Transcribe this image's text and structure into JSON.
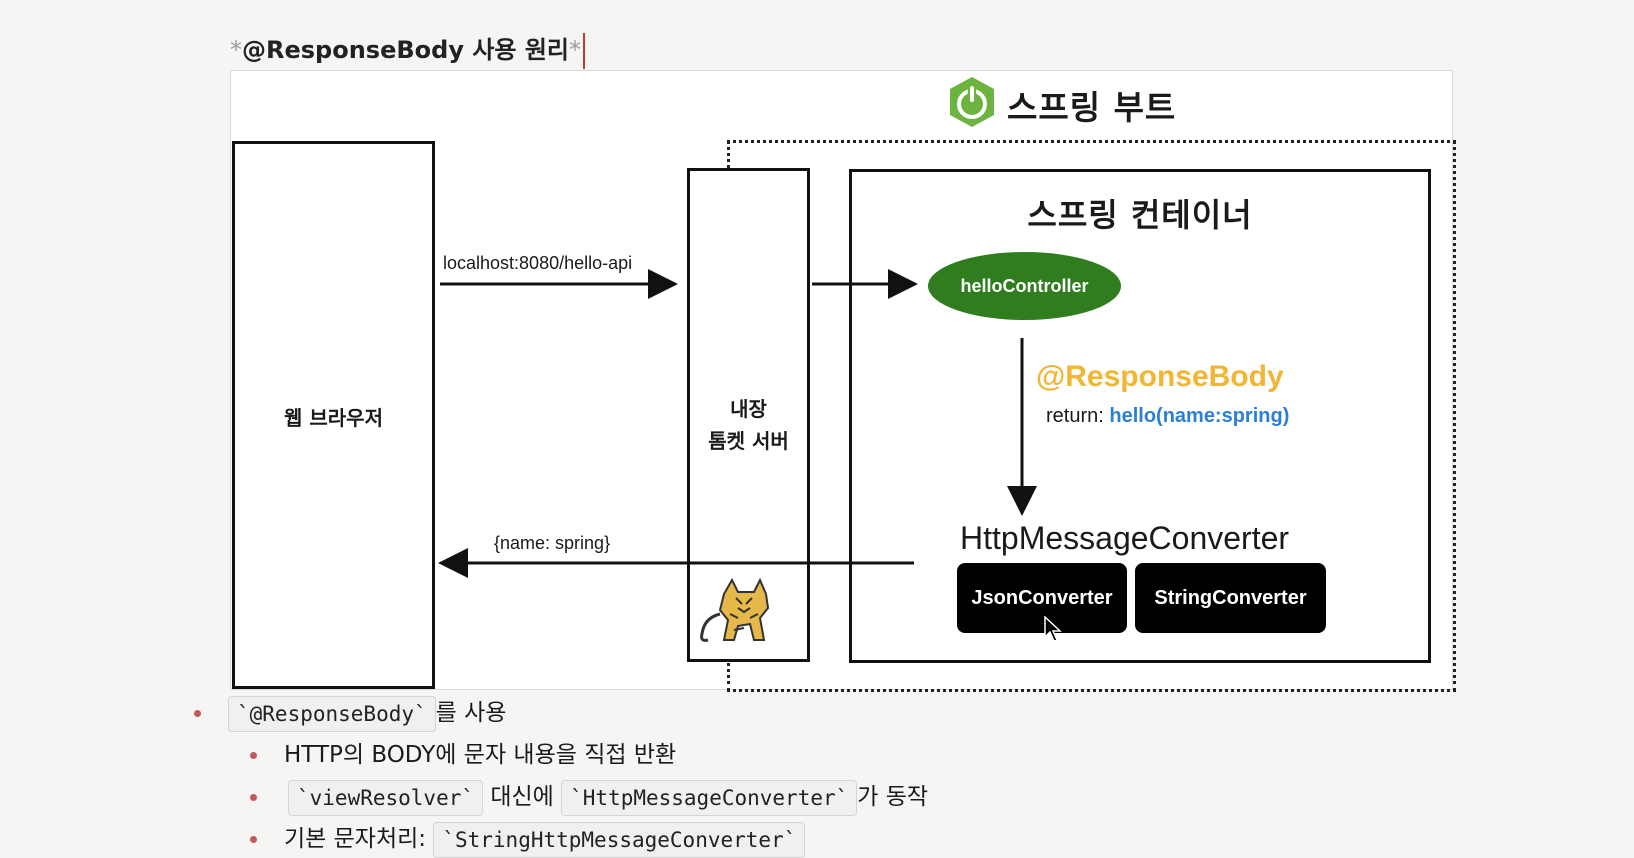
{
  "heading": {
    "star_open": "*",
    "bold": "@ResponseBody",
    "normal": " 사용 원리",
    "star_close": "*"
  },
  "diagram": {
    "spring_boot_label": "스프링 부트",
    "browser_label": "웹 브라우저",
    "tomcat_label": "내장\n톰켓 서버",
    "container_title": "스프링 컨테이너",
    "request_url": "localhost:8080/hello-api",
    "response_body": "{name: spring}",
    "controller_label": "helloController",
    "annotation": "@ResponseBody",
    "return_prefix": "return: ",
    "return_value": "hello(name:spring)",
    "converter_title": "HttpMessageConverter",
    "json_converter": "JsonConverter",
    "string_converter": "StringConverter"
  },
  "colors": {
    "spring_green": "#6cb33f",
    "controller_green": "#2f7d1f",
    "annotation_yellow": "#f2b534",
    "return_blue": "#2d7fd3",
    "bullet_red": "#c0595a"
  },
  "bullets": {
    "item1_code": "`@ResponseBody`",
    "item1_text": "를 사용",
    "sub1": "HTTP의 BODY에 문자 내용을 직접 반환",
    "sub2_code1": "`viewResolver`",
    "sub2_mid": " 대신에 ",
    "sub2_code2": "`HttpMessageConverter`",
    "sub2_end": "가 동작",
    "sub3_text": "기본 문자처리: ",
    "sub3_code": "`StringHttpMessageConverter`"
  }
}
